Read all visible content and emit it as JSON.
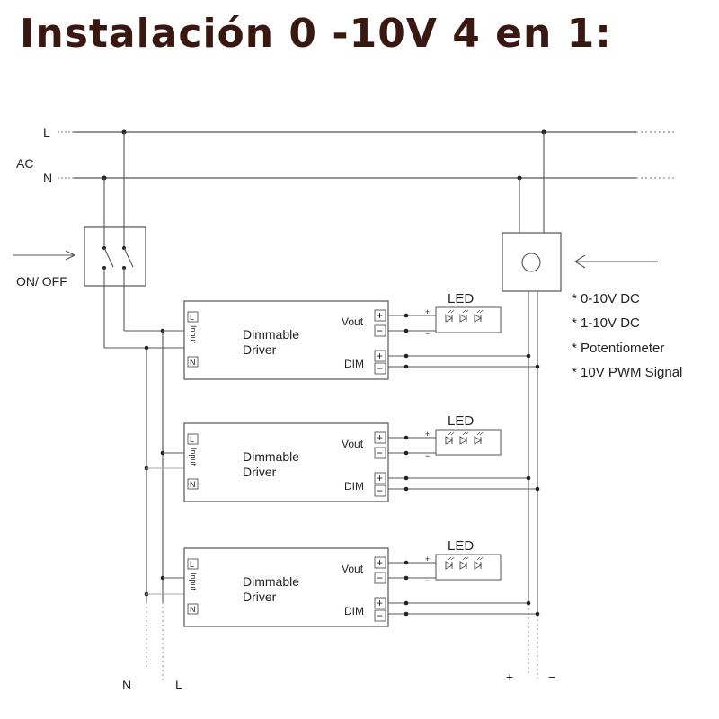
{
  "title": "Instalación 0 -10V 4 en 1:",
  "ac": {
    "label": "AC",
    "line_l": "L",
    "line_n": "N"
  },
  "switch": {
    "label": "ON/ OFF"
  },
  "driver": {
    "name_line1": "Dimmable",
    "name_line2": "Driver",
    "input_label": "Input",
    "pin_l": "L",
    "pin_n": "N",
    "vout_label": "Vout",
    "dim_label": "DIM",
    "plus": "+",
    "minus": "−"
  },
  "led": {
    "label": "LED",
    "plus": "+",
    "minus": "−"
  },
  "dimmer_options": [
    "* 0-10V DC",
    "* 1-10V DC",
    "* Potentiometer",
    "* 10V PWM Signal"
  ],
  "bottom": {
    "n": "N",
    "l": "L",
    "plus": "+",
    "minus": "−"
  },
  "colors": {
    "title": "#3a1812",
    "line": "#555555",
    "text": "#222222"
  }
}
